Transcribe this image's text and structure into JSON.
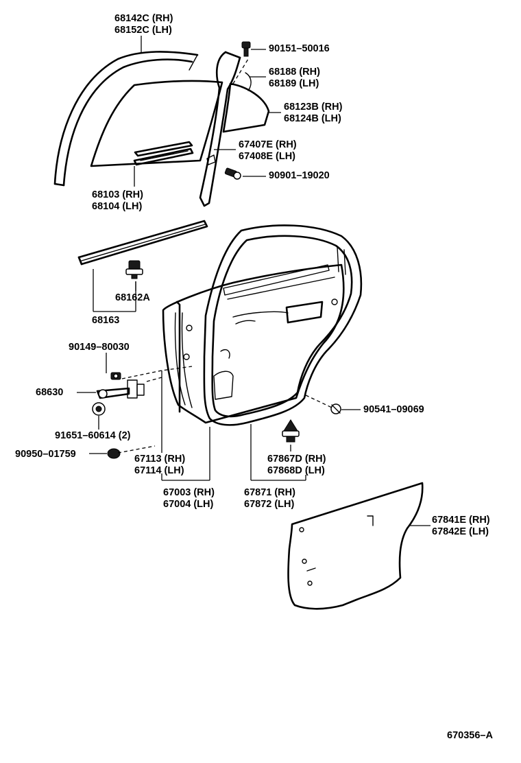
{
  "labels": {
    "p68142c": "68142C (RH)",
    "p68152c": "68152C (LH)",
    "p90151": "90151–50016",
    "p68188": "68188 (RH)",
    "p68189": "68189 (LH)",
    "p68123b": "68123B (RH)",
    "p68124b": "68124B (LH)",
    "p67407e": "67407E (RH)",
    "p67408e": "67408E (LH)",
    "p90901": "90901–19020",
    "p68103": "68103 (RH)",
    "p68104": "68104 (LH)",
    "p68162a": "68162A",
    "p68163": "68163",
    "p90149": "90149–80030",
    "p68630": "68630",
    "p91651": "91651–60614 (2)",
    "p90950": "90950–01759",
    "p67113": "67113 (RH)",
    "p67114": "67114 (LH)",
    "p67003": "67003 (RH)",
    "p67004": "67004 (LH)",
    "p67871": "67871 (RH)",
    "p67872": "67872 (LH)",
    "p67867d": "67867D (RH)",
    "p67868d": "67868D (LH)",
    "p90541": "90541–09069",
    "p67841e": "67841E (RH)",
    "p67842e": "67842E (LH)",
    "diagram_id": "670356–A"
  },
  "icons": {
    "bolt_90151": "screw-icon",
    "bolt_90901": "bolt-icon",
    "bolt_90149": "bolt-icon",
    "clip_68162a": "clip-icon",
    "clip_67867d": "clip-icon",
    "cushion_90541": "cushion-icon",
    "plug_90950": "plug-icon",
    "bolt_91651": "bolt-icon"
  }
}
